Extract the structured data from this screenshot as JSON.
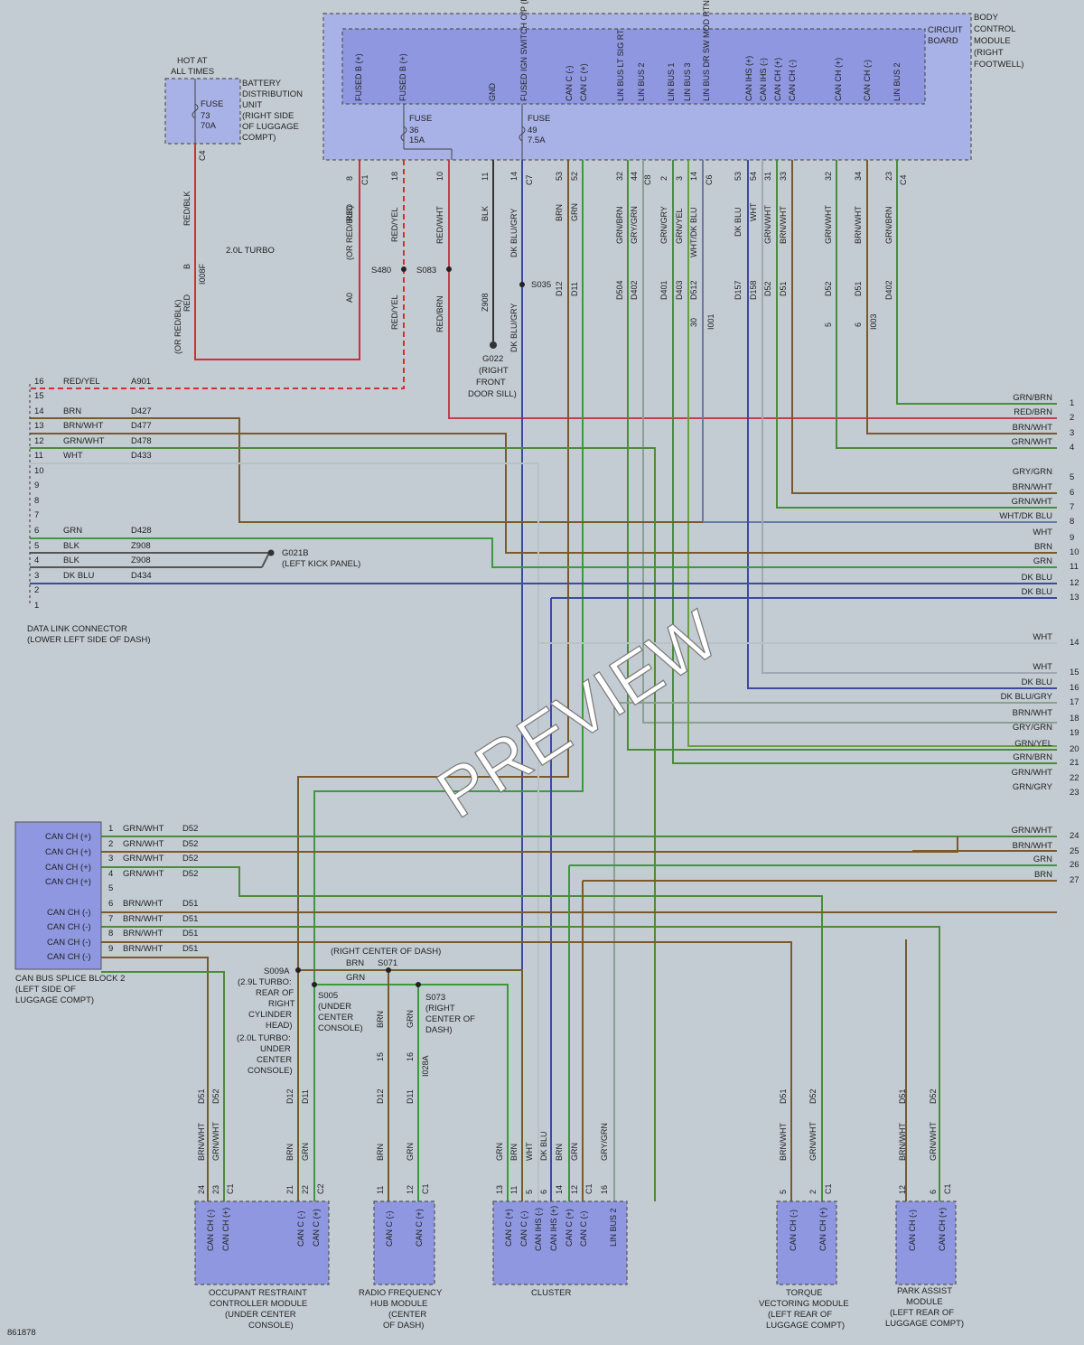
{
  "bcm": {
    "title": [
      "BODY",
      "CONTROL",
      "MODULE",
      "(RIGHT",
      "FOOTWELL)"
    ],
    "circuit_board": [
      "CIRCUIT",
      "BOARD"
    ],
    "pins": [
      "FUSED B (+)",
      "FUSED B (+)",
      "GND",
      "FUSED IGN SWITCH O/P (RUN)",
      "CAN C (-)",
      "CAN C (+)",
      "LIN BUS LT SIG RT",
      "LIN BUS 2",
      "LIN BUS 1",
      "LIN BUS 3",
      "LIN BUS DR SW MOD RTN",
      "CAN IHS (+)",
      "CAN IHS (-)",
      "CAN CH (+)",
      "CAN CH (-)",
      "CAN CH (+)",
      "CAN CH (-)",
      "LIN BUS 2"
    ],
    "fuse36": [
      "FUSE",
      "36",
      "15A"
    ],
    "fuse49": [
      "FUSE",
      "49",
      "7.5A"
    ],
    "cavities": [
      "8",
      "18",
      "10",
      "11",
      "14",
      "53",
      "52",
      "32",
      "44",
      "2",
      "3",
      "14",
      "53",
      "54",
      "31",
      "33",
      "32",
      "34",
      "23"
    ],
    "connectors": [
      "C1",
      "C7",
      "C8",
      "C6",
      "C4"
    ],
    "wire_colors": [
      "RED",
      "RED/YEL",
      "RED/WHT",
      "BLK",
      "DK BLU/GRY",
      "BRN",
      "GRN",
      "GRN/BRN",
      "GRY/GRN",
      "GRN/GRY",
      "GRN/YEL",
      "WHT/DK BLU",
      "DK BLU",
      "WHT",
      "GRN/WHT",
      "BRN/WHT",
      "GRN/WHT",
      "BRN/WHT",
      "GRN/BRN"
    ],
    "circuits": [
      "A0",
      "D12",
      "D11",
      "D504",
      "D402",
      "D401",
      "D403",
      "D512",
      "D157",
      "D158",
      "D52",
      "D51",
      "D52",
      "D51",
      "D402"
    ]
  },
  "battery": {
    "hot_label": [
      "HOT AT",
      "ALL TIMES"
    ],
    "fuse": [
      "FUSE",
      "73",
      "70A"
    ],
    "title": [
      "BATTERY",
      "DISTRIBUTION",
      "UNIT",
      "(RIGHT SIDE",
      "OF LUGGAGE",
      "COMPT)"
    ],
    "conn": "C4",
    "wire": "RED/BLK",
    "turbo": "2.0L TURBO",
    "cav": "B",
    "inline": "I008F",
    "alt_wire": "(OR RED/BLK)",
    "alt_red": "RED"
  },
  "splices": {
    "s480": "S480",
    "s083": "S083",
    "s035": "S035",
    "z908": "Z908",
    "dkblugry": "DK BLU/GRY",
    "redyel": "RED/YEL",
    "redbrn": "RED/BRN",
    "orredblk": "(OR RED/BLK)"
  },
  "ground_g022": [
    "G022",
    "(RIGHT",
    "FRONT",
    "DOOR SILL)"
  ],
  "ground_g021b": [
    "G021B",
    "(LEFT KICK PANEL)"
  ],
  "dlc": {
    "pins": [
      "16",
      "15",
      "14",
      "13",
      "12",
      "11",
      "10",
      "9",
      "8",
      "7",
      "6",
      "5",
      "4",
      "3",
      "2",
      "1"
    ],
    "wires": [
      "RED/YEL",
      "BRN",
      "BRN/WHT",
      "GRN/WHT",
      "WHT",
      "GRN",
      "BLK",
      "BLK",
      "DK BLU"
    ],
    "circuits": [
      "A901",
      "D427",
      "D477",
      "D478",
      "D433",
      "D428",
      "Z908",
      "Z908",
      "D434"
    ],
    "title": [
      "DATA LINK CONNECTOR",
      "(LOWER LEFT SIDE OF DASH)"
    ]
  },
  "right_wires": [
    {
      "n": "1",
      "c": "GRN/BRN"
    },
    {
      "n": "2",
      "c": "RED/BRN"
    },
    {
      "n": "3",
      "c": "BRN/WHT"
    },
    {
      "n": "4",
      "c": "GRN/WHT"
    },
    {
      "n": "5",
      "c": "GRY/GRN"
    },
    {
      "n": "6",
      "c": "BRN/WHT"
    },
    {
      "n": "7",
      "c": "GRN/WHT"
    },
    {
      "n": "8",
      "c": "WHT/DK BLU"
    },
    {
      "n": "9",
      "c": "WHT"
    },
    {
      "n": "10",
      "c": "BRN"
    },
    {
      "n": "11",
      "c": "GRN"
    },
    {
      "n": "12",
      "c": "DK BLU"
    },
    {
      "n": "13",
      "c": "DK BLU"
    },
    {
      "n": "14",
      "c": "WHT"
    },
    {
      "n": "15",
      "c": "WHT"
    },
    {
      "n": "16",
      "c": "DK BLU"
    },
    {
      "n": "17",
      "c": "DK BLU/GRY"
    },
    {
      "n": "18",
      "c": "BRN/WHT"
    },
    {
      "n": "19",
      "c": "GRY/GRN"
    },
    {
      "n": "20",
      "c": "GRN/YEL"
    },
    {
      "n": "21",
      "c": "GRN/BRN"
    },
    {
      "n": "22",
      "c": "GRN/WHT"
    },
    {
      "n": "23",
      "c": "GRN/GRY"
    },
    {
      "n": "24",
      "c": "GRN/WHT"
    },
    {
      "n": "25",
      "c": "BRN/WHT"
    },
    {
      "n": "26",
      "c": "GRN"
    },
    {
      "n": "27",
      "c": "BRN"
    }
  ],
  "splice_block": {
    "labels": [
      "CAN CH (+)",
      "CAN CH (+)",
      "CAN CH (+)",
      "CAN CH (+)",
      "CAN CH (-)",
      "CAN CH (-)",
      "CAN CH (-)",
      "CAN CH (-)"
    ],
    "pins": [
      "1",
      "2",
      "3",
      "4",
      "5",
      "6",
      "7",
      "8",
      "9"
    ],
    "wires": [
      "GRN/WHT",
      "GRN/WHT",
      "GRN/WHT",
      "GRN/WHT",
      "BRN/WHT",
      "BRN/WHT",
      "BRN/WHT",
      "BRN/WHT"
    ],
    "circuits": [
      "D52",
      "D52",
      "D52",
      "D52",
      "D51",
      "D51",
      "D51",
      "D51"
    ],
    "title": [
      "CAN BUS SPLICE BLOCK 2",
      "(LEFT SIDE OF",
      "LUGGAGE COMPT)"
    ]
  },
  "lower_splices": {
    "s009a": [
      "S009A",
      "(2.9L TURBO:",
      "REAR OF",
      "RIGHT",
      "CYLINDER",
      "HEAD)",
      "(2.0L TURBO:",
      "UNDER",
      "CENTER",
      "CONSOLE)"
    ],
    "s005": [
      "S005",
      "(UNDER",
      "CENTER",
      "CONSOLE)"
    ],
    "s071": "S071",
    "s071_note": "(RIGHT CENTER OF DASH)",
    "s073": [
      "S073",
      "(RIGHT",
      "CENTER OF",
      "DASH)"
    ],
    "brn": "BRN",
    "grn": "GRN",
    "i028a": "I028A",
    "cav15": "15",
    "cav16": "16"
  },
  "modules": {
    "orc": {
      "pins": [
        "CAN CH (-)",
        "CAN CH (+)",
        "CAN C (-)",
        "CAN C (+)"
      ],
      "cav": [
        "24",
        "23",
        "21",
        "22"
      ],
      "conn": [
        "C1",
        "C2"
      ],
      "wires": [
        "BRN/WHT",
        "GRN/WHT",
        "BRN",
        "GRN"
      ],
      "circ": [
        "D51",
        "D52",
        "D12",
        "D11"
      ],
      "title": [
        "OCCUPANT RESTRAINT",
        "CONTROLLER MODULE",
        "(UNDER CENTER",
        "CONSOLE)"
      ]
    },
    "rfh": {
      "pins": [
        "CAN C (-)",
        "CAN C (+)"
      ],
      "cav": [
        "11",
        "12"
      ],
      "conn": [
        "C1"
      ],
      "wires": [
        "BRN",
        "GRN"
      ],
      "circ": [
        "D12",
        "D11"
      ],
      "title": [
        "RADIO FREQUENCY",
        "HUB MODULE",
        "(CENTER",
        "OF DASH)"
      ]
    },
    "cluster": {
      "pins": [
        "CAN C (+)",
        "CAN C (-)",
        "CAN IHS (-)",
        "CAN IHS (+)",
        "CAN C (+)",
        "CAN C (-)",
        "LIN BUS 2"
      ],
      "cav": [
        "13",
        "11",
        "5",
        "6",
        "14",
        "12",
        "16"
      ],
      "conn": [
        "C1"
      ],
      "wires": [
        "GRN",
        "BRN",
        "WHT",
        "DK BLU",
        "BRN",
        "GRN",
        "GRY/GRN"
      ],
      "title": [
        "CLUSTER"
      ]
    },
    "tvm": {
      "pins": [
        "CAN CH (-)",
        "CAN CH (+)"
      ],
      "cav": [
        "5",
        "2"
      ],
      "conn": [
        "C1"
      ],
      "wires": [
        "BRN/WHT",
        "GRN/WHT"
      ],
      "circ": [
        "D51",
        "D52"
      ],
      "title": [
        "TORQUE",
        "VECTORING MODULE",
        "(LEFT REAR OF",
        "LUGGAGE COMPT)"
      ]
    },
    "pam": {
      "pins": [
        "CAN CH (-)",
        "CAN CH (+)"
      ],
      "cav": [
        "12",
        "6"
      ],
      "conn": [
        "C1"
      ],
      "wires": [
        "BRN/WHT",
        "GRN/WHT"
      ],
      "circ": [
        "D51",
        "D52"
      ],
      "title": [
        "PARK ASSIST",
        "MODULE",
        "(LEFT REAR OF",
        "LUGGAGE COMPT)"
      ]
    }
  },
  "inline_conns": {
    "i001": "I001",
    "i003": "I003",
    "c30": "30",
    "c5": "5",
    "c6": "6"
  },
  "doc_id": "861878",
  "watermark": "PREVIEW"
}
